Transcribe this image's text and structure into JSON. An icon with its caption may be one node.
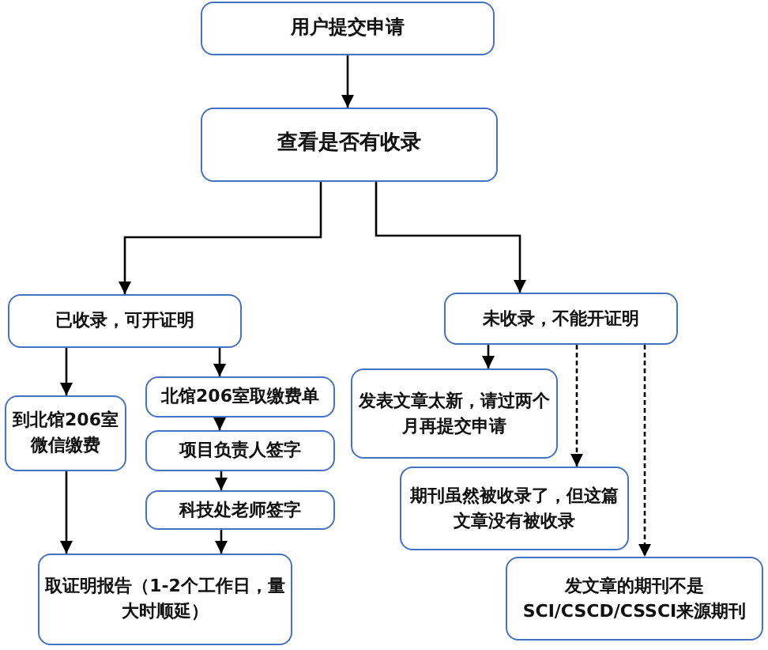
{
  "diagram": {
    "nodes": [
      {
        "text": [
          "用户提交申请"
        ]
      },
      {
        "text": [
          "查看是否有收录"
        ]
      },
      {
        "text": [
          "已收录，可开证明"
        ]
      },
      {
        "text": [
          "未收录，不能开证明"
        ]
      },
      {
        "text": [
          "到北馆206室微信缴费"
        ]
      },
      {
        "text": [
          "北馆206室取缴费单"
        ]
      },
      {
        "text": [
          "项目负责人签字"
        ]
      },
      {
        "text": [
          "科技处老师签字"
        ]
      },
      {
        "text": [
          "取证明报告（1-2个工作日，量大时顺延）"
        ]
      },
      {
        "text": [
          "发表文章太新，请过两个月再提交申请"
        ]
      },
      {
        "text": [
          "期刊虽然被收录了，但这篇文章没有被收录"
        ]
      },
      {
        "text": [
          "发文章的期刊不是SCI/CSCD/CSSCI来源期刊"
        ]
      }
    ],
    "edges": [
      {
        "from": 0,
        "to": 1,
        "arrow": "to"
      },
      {
        "from": 1,
        "to": 2,
        "arrow": "to"
      },
      {
        "from": 1,
        "to": 3,
        "arrow": "to"
      },
      {
        "from": 2,
        "to": 4,
        "arrow": "to"
      },
      {
        "from": 2,
        "to": 5,
        "arrow": "to"
      },
      {
        "from": 5,
        "to": 6,
        "arrow": "to"
      },
      {
        "from": 6,
        "to": 7,
        "arrow": "to"
      },
      {
        "from": 4,
        "to": 8,
        "arrow": "to"
      },
      {
        "from": 7,
        "to": 8,
        "arrow": "to"
      },
      {
        "from": 3,
        "to": 9,
        "arrow": "to"
      },
      {
        "from": 3,
        "to": 10,
        "arrow": "to",
        "style": "dashed"
      },
      {
        "from": 3,
        "to": 11,
        "arrow": "to",
        "style": "dashed"
      }
    ]
  }
}
